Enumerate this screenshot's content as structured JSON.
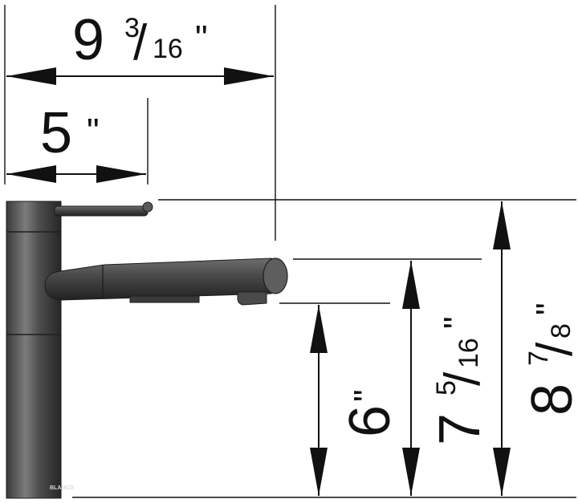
{
  "dimensions": {
    "overall_reach": {
      "whole": "9",
      "num": "3",
      "den": "16",
      "unit": "\""
    },
    "base_to_spout": {
      "whole": "5",
      "unit": "\""
    },
    "spout_outlet_height": {
      "whole": "6",
      "unit": "\""
    },
    "spout_top_height": {
      "whole": "7",
      "num": "5",
      "den": "16",
      "unit": "\""
    },
    "overall_height": {
      "whole": "8",
      "num": "7",
      "den": "8",
      "unit": "\""
    }
  },
  "faucet": {
    "brand_mark": "BLANCO",
    "colors": {
      "metal": "#4a4a4a",
      "metal_dark": "#2d2d2d",
      "metal_light": "#7a7a7a"
    }
  }
}
